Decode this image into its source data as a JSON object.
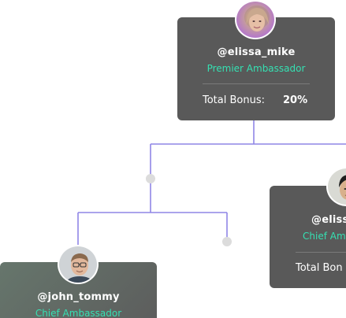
{
  "colors": {
    "card_background": "#595959",
    "role_accent": "#35e0b2",
    "connector_line": "#8f86e6",
    "node_dot": "#dcdcdc"
  },
  "cards": {
    "top": {
      "handle": "@elissa_mike",
      "role": "Premier Ambassador",
      "bonus_label": "Total Bonus:",
      "bonus_value": "20%"
    },
    "right": {
      "handle": "@eliss",
      "role": "Chief Am",
      "bonus_label": "Total Bon"
    },
    "left": {
      "handle": "@john_tommy",
      "role": "Chief Ambassador"
    }
  }
}
